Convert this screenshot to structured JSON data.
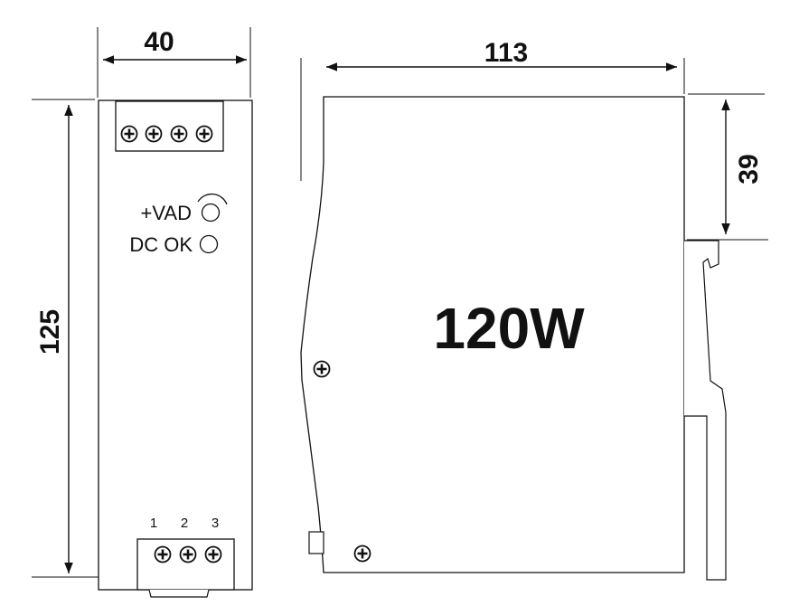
{
  "front_view": {
    "width_dim": "40",
    "height_dim": "125",
    "adjust_label": "+VAD",
    "led_label": "DC OK",
    "terminal_numbers": [
      "1",
      "2",
      "3"
    ]
  },
  "side_view": {
    "depth_dim": "113",
    "rail_offset_dim": "39",
    "power_label": "120W"
  }
}
